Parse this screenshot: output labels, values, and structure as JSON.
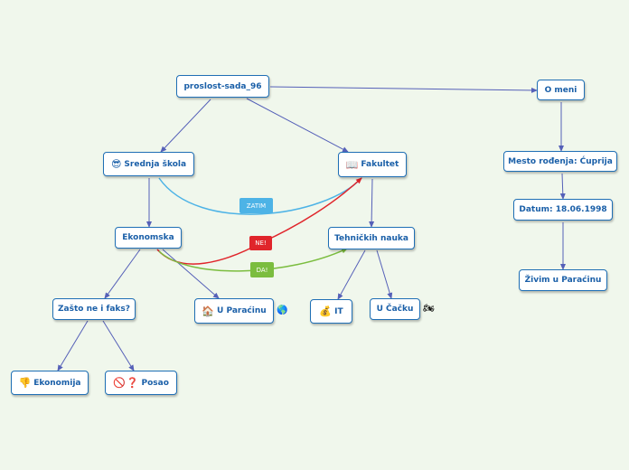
{
  "nodes": {
    "root": "proslost-sada_96",
    "srednja": "Srednja škola",
    "fakultet": "Fakultet",
    "o_meni": "O meni",
    "ekonomska": "Ekonomska",
    "tehnickih": "Tehničkih nauka",
    "mesto": "Mesto rođenja: Ćuprija",
    "datum": "Datum: 18.06.1998",
    "zivim": "Živim u Paraćinu",
    "zasto": "Zašto ne i faks?",
    "u_paracinu": "U Paraćinu",
    "it": "IT",
    "u_cacku": "U Čačku",
    "ekonomija": "Ekonomija",
    "posao": "Posao"
  },
  "icons": {
    "srednja": "😎",
    "fakultet": "📖",
    "u_paracinu": "🏠",
    "it": "💰",
    "ekonomija": "👎",
    "posao_1": "🚫",
    "posao_2": "❓",
    "u_paracinu_side": "🌎",
    "u_cacku_side": "🏍"
  },
  "relations": {
    "zatim": "ZATIM",
    "ne": "NE!",
    "da": "DA!"
  },
  "colors": {
    "background": "#f0f7ec",
    "node_border": "#1f6fb5",
    "node_text": "#1a5fa8",
    "connector": "#5560b8",
    "zatim": "#4db3e6",
    "ne": "#e0252b",
    "da": "#7bbd3f"
  }
}
